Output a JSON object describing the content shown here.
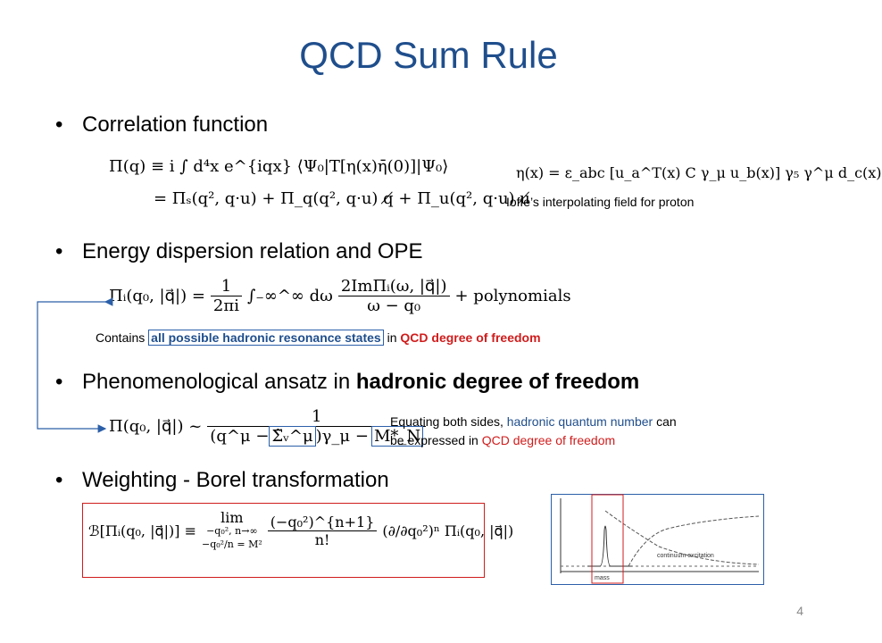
{
  "slide": {
    "title": "QCD Sum Rule",
    "page_number": "4"
  },
  "bullets": [
    {
      "text": "Correlation function"
    },
    {
      "text": "Energy dispersion relation and OPE"
    },
    {
      "text_plain": "Phenomenological ansatz in ",
      "text_bold": "hadronic degree of freedom"
    },
    {
      "text": "Weighting - Borel transformation"
    }
  ],
  "equations": {
    "correlation_line1": "Π(q) ≡ i ∫ d⁴x e^{iqx} ⟨Ψ₀|T[η(x)η̄(0)]|Ψ₀⟩",
    "correlation_line2": "= Πₛ(q², q·u) + Π_q(q², q·u) q̸ + Π_u(q², q·u) u̸",
    "ioffe_field": "η(x) = ε_abc [u_a^T(x) C γ_μ u_b(x)] γ₅ γ^μ d_c(x)",
    "dispersion_lhs": "Πᵢ(q₀, |q⃗|) =",
    "dispersion_frac_num": "1",
    "dispersion_frac_den": "2πi",
    "dispersion_integral": "∫₋∞^∞ dω",
    "dispersion_num": "2ImΠᵢ(ω, |q⃗|)",
    "dispersion_den": "ω − q₀",
    "dispersion_tail": "+ polynomials",
    "ansatz_lhs": "Π(q₀, |q⃗|) ~",
    "ansatz_num": "1",
    "ansatz_den_part1": "(q^μ −",
    "ansatz_den_sigma": "Σ̃ᵥ^μ",
    "ansatz_den_part2": ")γ_μ −",
    "ansatz_den_mass": "M*_N",
    "borel_lhs": "ℬ[Πᵢ(q₀, |q⃗|)] ≡",
    "borel_lim": "lim",
    "borel_lim_sub1": "−q₀², n→∞",
    "borel_lim_sub2": "−q₀²/n = M²",
    "borel_num": "(−q₀²)^{n+1}",
    "borel_den": "n!",
    "borel_deriv": "(∂/∂q₀²)ⁿ Πᵢ(q₀, |q⃗|)"
  },
  "annotations": {
    "ioffe_caption": "Ioffe’s interpolating field for proton",
    "contains_prefix": "Contains ",
    "contains_boxed": "all possible hadronic resonance states",
    "contains_mid": " in ",
    "contains_red": "QCD degree of freedom",
    "equating_line1_plain": "Equating both sides, ",
    "equating_line1_blue": "hadronic quantum number",
    "equating_line1_tail": " can",
    "equating_line2_plain": "be expressed in ",
    "equating_line2_red": "QCD degree of freedom"
  },
  "spectrum_figure": {
    "label_continuum": "continuum excitation",
    "label_mass": "mass"
  },
  "colors": {
    "title": "#1f4e8c",
    "accent_blue": "#1f4e8c",
    "accent_red": "#d01c1c",
    "box_blue": "#2b5fa8"
  }
}
